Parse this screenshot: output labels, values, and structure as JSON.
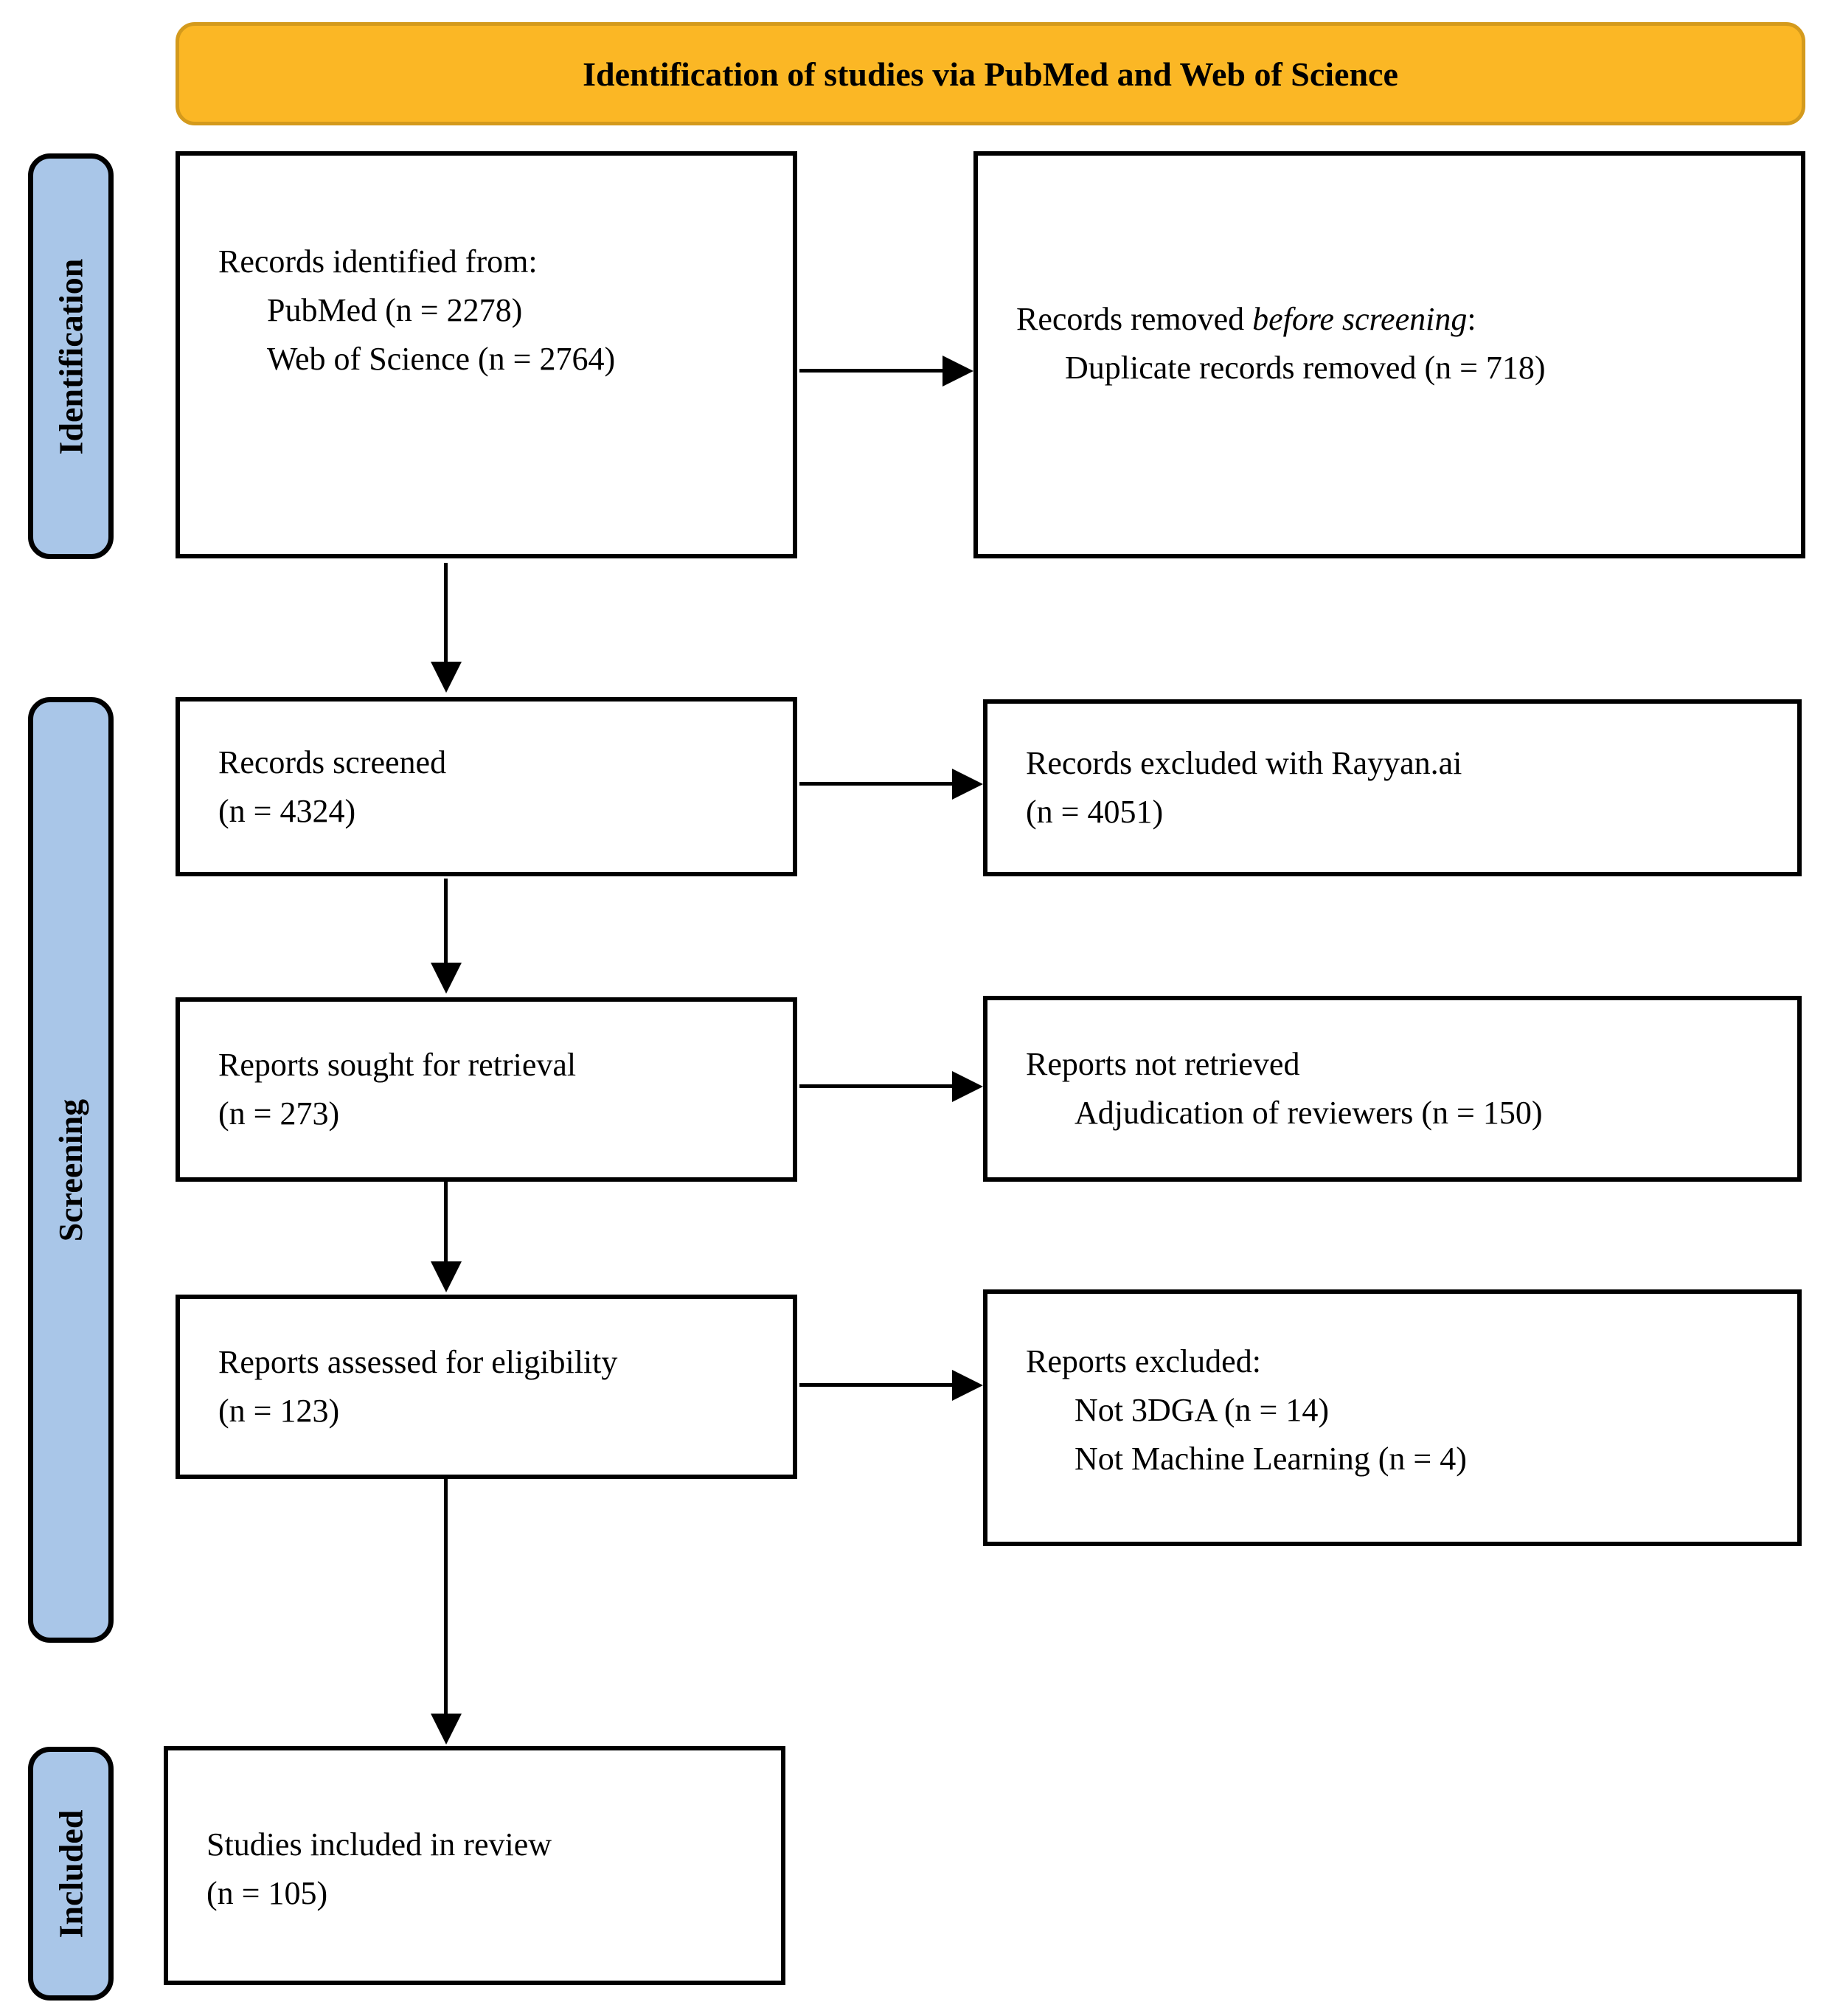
{
  "banner": {
    "title": "Identification of studies via PubMed and Web of Science"
  },
  "stages": {
    "identification": "Identification",
    "screening": "Screening",
    "included": "Included"
  },
  "boxes": {
    "records_identified": {
      "line1": "Records identified from:",
      "line2": "PubMed (n = 2278)",
      "line3": "Web of Science (n = 2764)"
    },
    "records_removed": {
      "line1_prefix": "Records removed ",
      "line1_italic": "before screening",
      "line1_suffix": ":",
      "line2": "Duplicate records removed (n = 718)"
    },
    "records_screened": {
      "line1": "Records screened",
      "line2": "(n = 4324)"
    },
    "records_excluded": {
      "line1": "Records excluded with Rayyan.ai",
      "line2": "(n = 4051)"
    },
    "reports_sought": {
      "line1": "Reports sought for retrieval",
      "line2": "(n = 273)"
    },
    "reports_not_retrieved": {
      "line1": "Reports not retrieved",
      "line2": "Adjudication of reviewers (n = 150)"
    },
    "reports_assessed": {
      "line1": "Reports assessed for eligibility",
      "line2": "(n = 123)"
    },
    "reports_excluded": {
      "line1": "Reports excluded:",
      "line2": "Not 3DGA (n = 14)",
      "line3": "Not Machine Learning (n = 4)"
    },
    "studies_included": {
      "line1": "Studies included in review",
      "line2": "(n = 105)"
    }
  },
  "colors": {
    "banner_fill": "#FBB725",
    "banner_border": "#D49A1C",
    "stage_fill": "#A9C6E8",
    "box_border": "#000000",
    "arrow": "#000000"
  }
}
